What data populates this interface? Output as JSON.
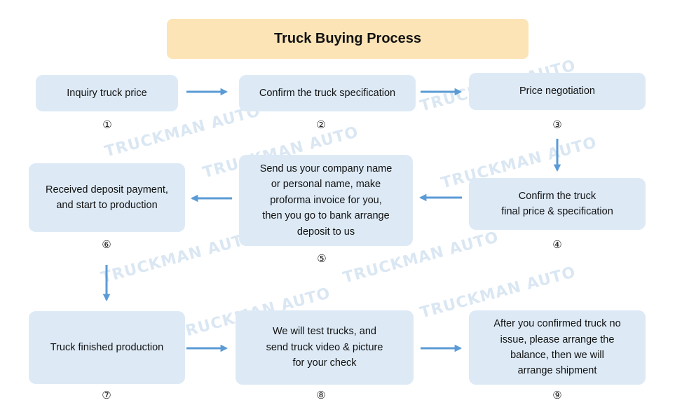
{
  "title": "Truck Buying Process",
  "watermark": "TRUCKMAN AUTO",
  "accent_color": "#5B9BD5",
  "steps": [
    {
      "number": "①",
      "text": "Inquiry truck price"
    },
    {
      "number": "②",
      "text": "Confirm the truck specification"
    },
    {
      "number": "③",
      "text": "Price negotiation"
    },
    {
      "number": "④",
      "text": "Confirm the truck\nfinal price & specification"
    },
    {
      "number": "⑤",
      "text": "Send us your company name\nor personal name, make\nproforma invoice for you,\nthen you go to bank arrange\ndeposit to us"
    },
    {
      "number": "⑥",
      "text": "Received deposit payment,\nand start to production"
    },
    {
      "number": "⑦",
      "text": "Truck finished production"
    },
    {
      "number": "⑧",
      "text": "We will test trucks, and\nsend truck video & picture\nfor your check"
    },
    {
      "number": "⑨",
      "text": "After you confirmed truck no\nissue, please arrange the\nbalance, then we will\narrange shipment"
    }
  ]
}
